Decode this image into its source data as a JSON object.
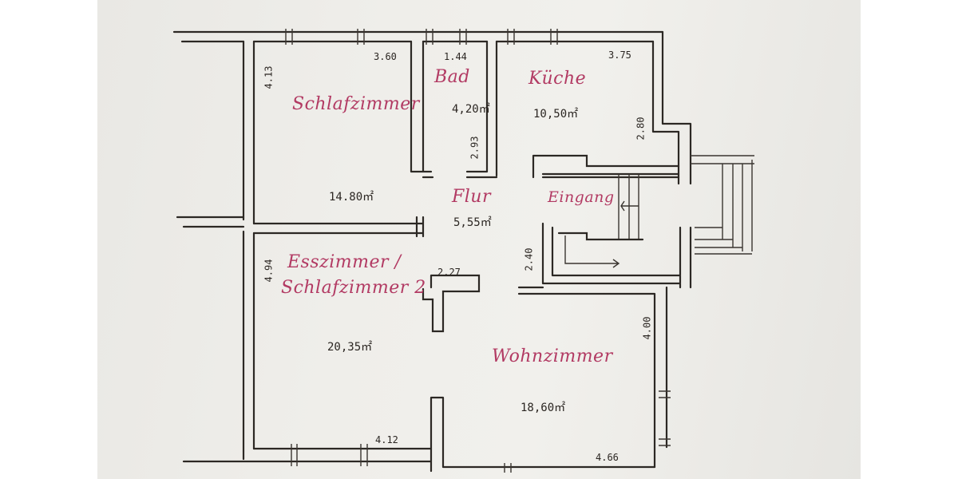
{
  "rooms": {
    "schlafzimmer": "Schlafzimmer",
    "bad": "Bad",
    "kueche": "Küche",
    "flur": "Flur",
    "eingang": "Eingang",
    "esszimmer_line1": "Esszimmer /",
    "esszimmer_line2": "Schlafzimmer 2",
    "wohnzimmer": "Wohnzimmer"
  },
  "areas": {
    "schlafzimmer": "14.80㎡",
    "bad": "4,20㎡",
    "kueche": "10,50㎡",
    "flur": "5,55㎡",
    "esszimmer": "20,35㎡",
    "wohnzimmer": "18,60㎡"
  },
  "dimensions": {
    "schlafzimmer_width": "3.60",
    "bad_width": "1.44",
    "kueche_width": "3.75",
    "schlafzimmer_height": "4.13",
    "bad_height": "2.93",
    "kueche_height": "2.80",
    "esszimmer_height": "4.94",
    "closet_width": "2.27",
    "eingang_height": "2.40",
    "esszimmer_width": "4.12",
    "wohnzimmer_height": "4.00",
    "wohnzimmer_width": "4.66"
  },
  "colors": {
    "room_label": "#b23a63",
    "ink": "#2c2824",
    "paper": "#efeeea"
  }
}
